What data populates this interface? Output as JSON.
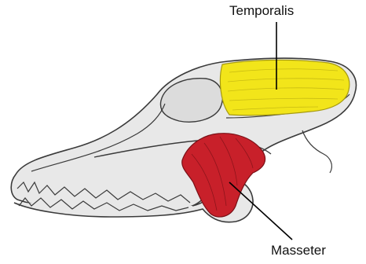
{
  "labels": {
    "temporalis": "Temporalis",
    "masseter": "Masseter"
  },
  "colors": {
    "skull_fill": "#e8e8e8",
    "skull_outline": "#3a3a3a",
    "temporalis": "#f2e51a",
    "masseter": "#c8202a",
    "leader_line": "#000000"
  },
  "icons": {
    "skull": "dog-skull-lateral-view"
  }
}
